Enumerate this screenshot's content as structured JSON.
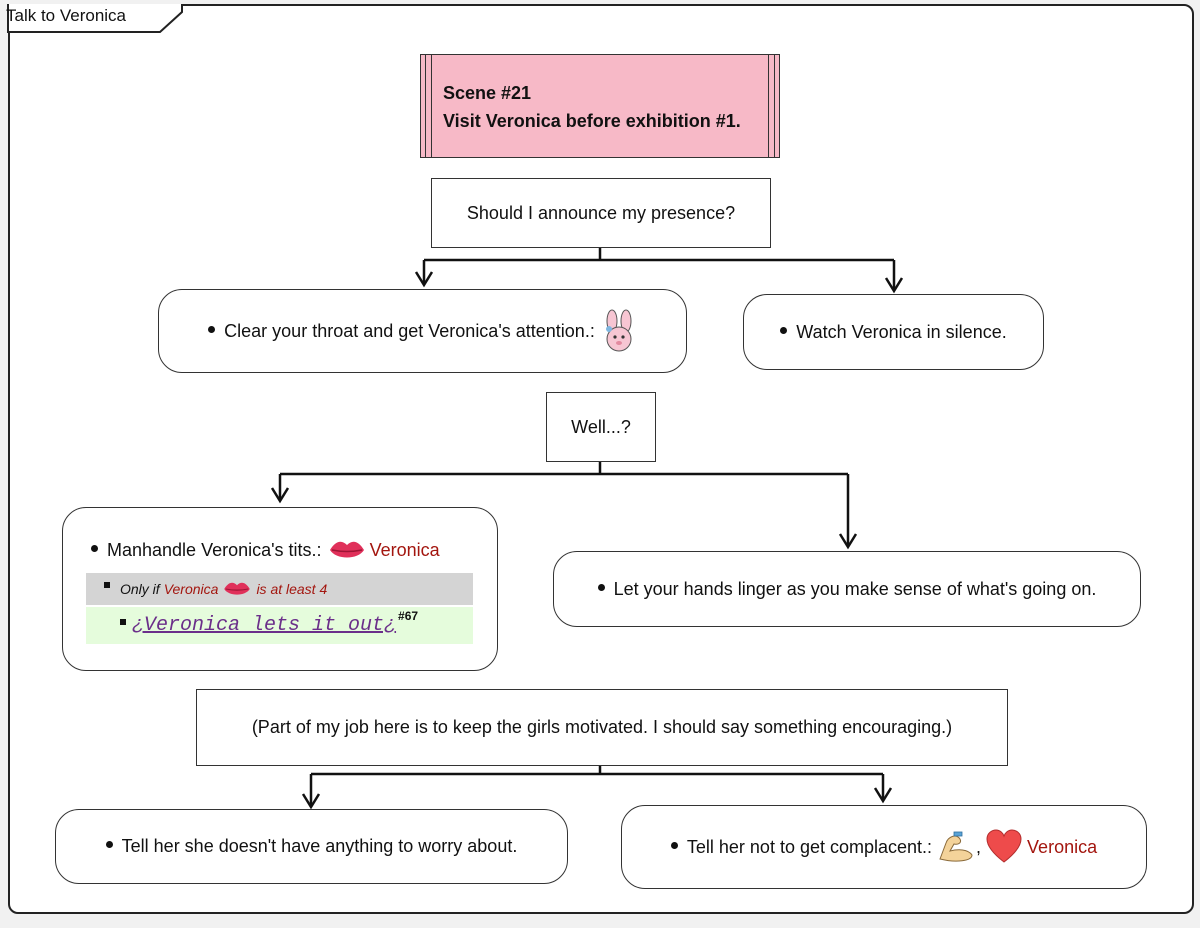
{
  "frame": {
    "title": "Talk to Veronica"
  },
  "scene": {
    "number": "Scene #21",
    "description": "Visit Veronica before exhibition #1."
  },
  "prompts": [
    "Should I announce my presence?",
    "Well...?",
    "(Part of my job here is to keep the girls motivated. I should say something encouraging.)"
  ],
  "choices": {
    "clear_throat": "Clear your throat and get Veronica's attention.:",
    "watch_silence": "Watch Veronica in silence.",
    "manhandle": "Manhandle Veronica's tits.:",
    "manhandle_character": "Veronica",
    "condition_prefix": "Only if",
    "condition_character": "Veronica",
    "condition_suffix": "is at least 4",
    "sub_scene": "¿Veronica lets it out¿",
    "sub_scene_ref": "#67",
    "linger": "Let your hands linger as you make sense of what's going on.",
    "no_worry": "Tell her she doesn't have anything to worry about.",
    "not_complacent": "Tell her not to get complacent.:",
    "not_complacent_sep": ",",
    "not_complacent_character": "Veronica"
  },
  "icons": {
    "bunny": "bunny-icon",
    "lips": "lips-icon",
    "muscle": "flexed-arm-icon",
    "heart": "heart-icon"
  },
  "colors": {
    "scene_fill": "#f7b9c7",
    "character_text": "#a3160f",
    "condition_fill": "#d4d4d4",
    "subscene_fill": "#e5fcdc",
    "link": "#6b2f8a",
    "lips": "#e0305a",
    "heart": "#ee4b4b"
  }
}
